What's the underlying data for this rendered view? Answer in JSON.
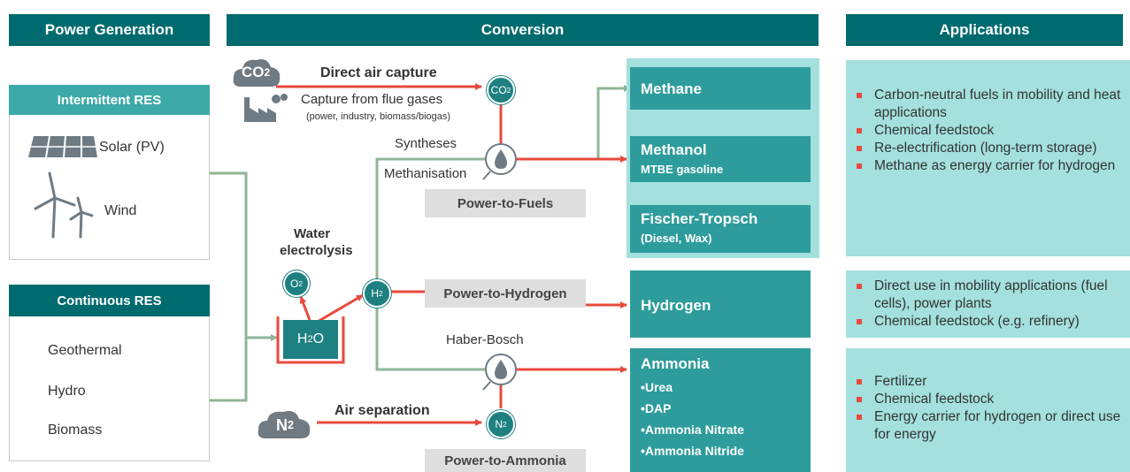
{
  "headers": {
    "generation": "Power Generation",
    "conversion": "Conversion",
    "applications": "Applications"
  },
  "intermittent": {
    "title": "Intermittent RES",
    "solar": "Solar (PV)",
    "wind": "Wind"
  },
  "continuous": {
    "title": "Continuous RES",
    "geothermal": "Geothermal",
    "hydro": "Hydro",
    "biomass": "Biomass"
  },
  "capture": {
    "co2": "CO",
    "co2_sub": "2",
    "direct_air": "Direct air capture",
    "flue_gases": "Capture from flue gases",
    "flue_detail": "(power, industry, biomass/biogas)"
  },
  "electrolysis": {
    "title_line1": "Water",
    "title_line2": "electrolysis",
    "o2": "O",
    "o2_sub": "2",
    "h2o_a": "H",
    "h2o_sub": "2",
    "h2o_b": "O",
    "h2": "H",
    "h2_sub": "2"
  },
  "synthesis": {
    "syntheses": "Syntheses",
    "methanisation": "Methanisation",
    "haber_bosch": "Haber-Bosch"
  },
  "separation": {
    "n2": "N",
    "n2_sub": "2",
    "air_separation": "Air separation"
  },
  "pathways": {
    "fuels": "Power-to-Fuels",
    "hydrogen": "Power-to-Hydrogen",
    "ammonia": "Power-to-Ammonia"
  },
  "products": {
    "methane": "Methane",
    "methanol": "Methanol",
    "methanol_sub": "MTBE gasoline",
    "ft": "Fischer-Tropsch",
    "ft_sub": "(Diesel, Wax)",
    "hydrogen": "Hydrogen",
    "ammonia": "Ammonia",
    "ammonia_items": [
      "Urea",
      "DAP",
      "Ammonia Nitrate",
      "Ammonia Nitride"
    ]
  },
  "applications": {
    "fuels": [
      "Carbon-neutral fuels in mobility and heat applications",
      "Chemical feedstock",
      "Re-electrification (long-term storage)",
      "Methane as energy carrier for hydrogen"
    ],
    "hydrogen": [
      "Direct use in mobility applications (fuel cells), power plants",
      "Chemical feedstock (e.g. refinery)"
    ],
    "ammonia": [
      "Fertilizer",
      "Chemical feedstock",
      "Energy carrier for hydrogen or direct use for energy"
    ]
  },
  "colors": {
    "header": "#006B6E",
    "product": "#2E9C9C",
    "application_bg": "#A3E0DE",
    "arrow_red": "#E84A3D",
    "arrow_green": "#8FB596",
    "bullet": "#E84A3D"
  }
}
